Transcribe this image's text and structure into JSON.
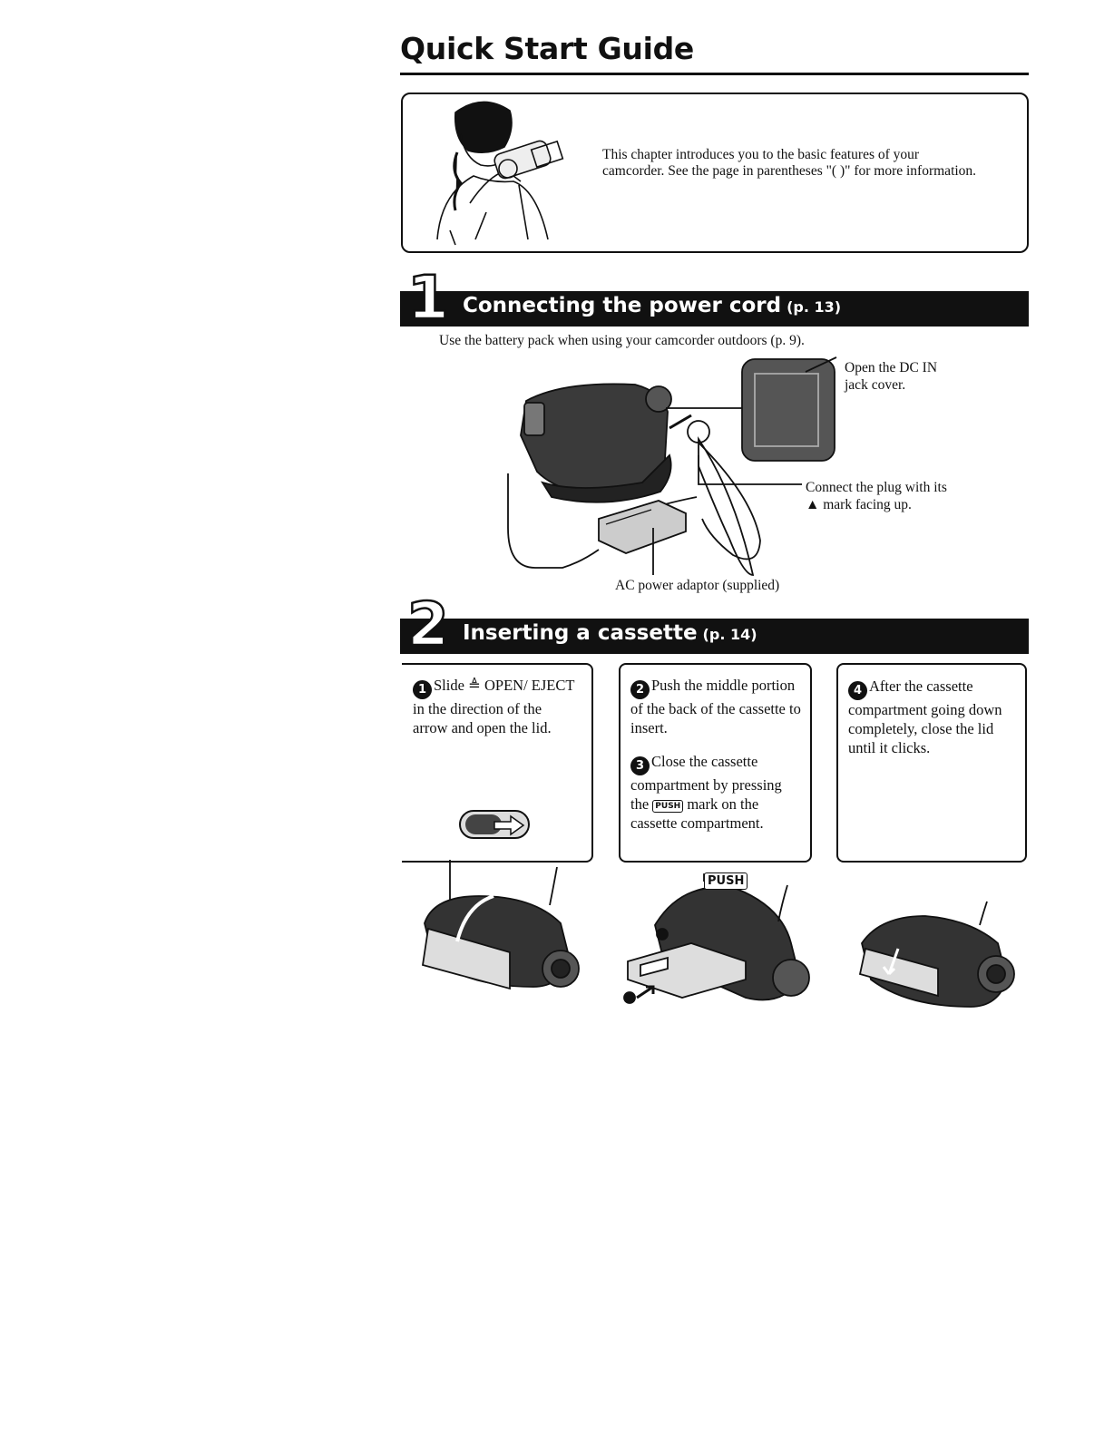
{
  "page": {
    "title": "Quick Start Guide",
    "intro": "This chapter introduces you to the basic features of your camcorder. See the page in parentheses \"(   )\" for more information."
  },
  "section1": {
    "number": "1",
    "heading": "Connecting the power cord",
    "page_ref": "(p. 13)",
    "note": "Use the battery pack when using your camcorder outdoors (p. 9).",
    "callout_jack": "Open the DC IN jack cover.",
    "callout_plug": "Connect the plug with its ▲ mark facing up.",
    "callout_adaptor": "AC power adaptor (supplied)"
  },
  "section2": {
    "number": "2",
    "heading": "Inserting a cassette",
    "page_ref": "(p. 14)",
    "steps": [
      {
        "num": "1",
        "text": "Slide ≜ OPEN/ EJECT in the direction of the arrow and open the lid."
      },
      {
        "num": "2",
        "text": "Push the middle portion of the back of the cassette to insert."
      },
      {
        "num": "3",
        "text_before": "Close the cassette compartment by pressing the",
        "mark": "PUSH",
        "text_after": "mark on the cassette compartment."
      },
      {
        "num": "4",
        "text": "After the cassette compartment going down completely, close the lid until it clicks."
      }
    ],
    "push_label": "PUSH"
  }
}
